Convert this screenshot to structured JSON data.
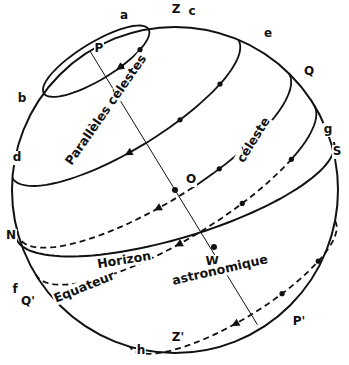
{
  "diagram": {
    "labels": [
      "a",
      "Z",
      "c",
      "e",
      "Q",
      "P",
      "b",
      "d",
      "N",
      "O",
      "W",
      "S",
      "g",
      "f",
      "Q'",
      "P'",
      "h",
      "Z'",
      "Parallèles célestes",
      "céleste",
      "Horizon",
      "astronomique",
      "Equateur"
    ]
  }
}
